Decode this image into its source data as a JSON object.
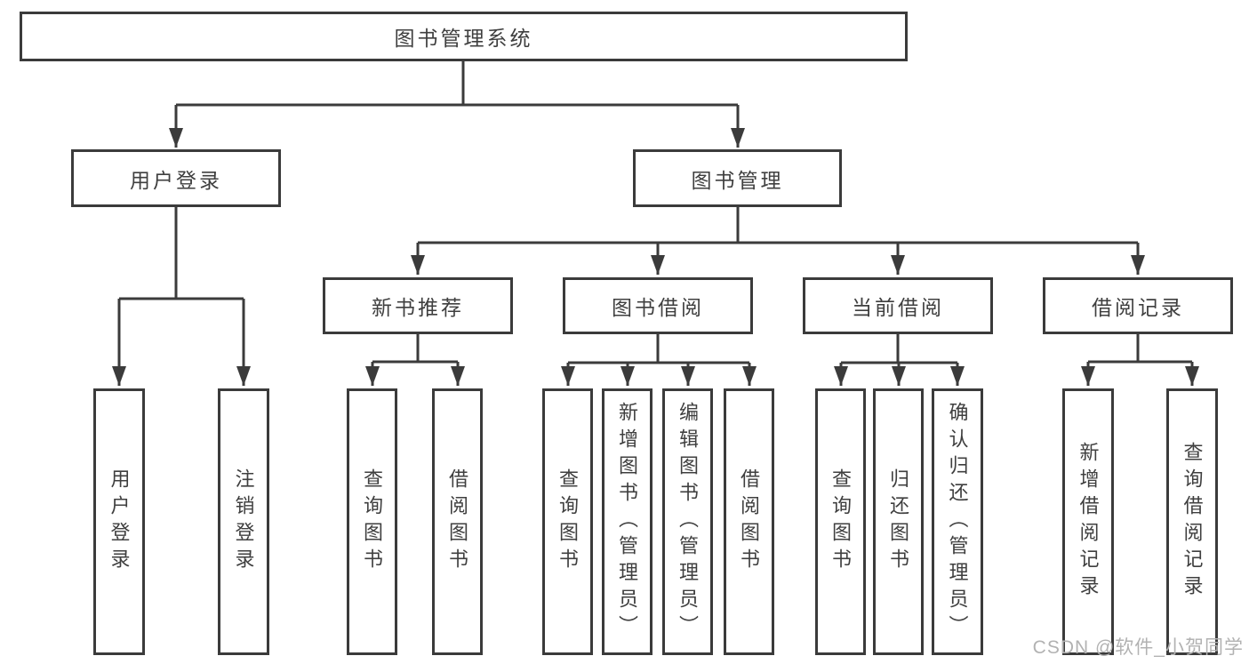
{
  "page": {
    "background": "#ffffff",
    "watermark": "CSDN @软件_小贺同学"
  },
  "colors": {
    "line": "#3b3b3b",
    "text": "#3f3f3f",
    "watermark": "#b2b2b2"
  },
  "diagram_type": "hierarchy-tree",
  "tree": {
    "root": {
      "label": "图书管理系统",
      "children": [
        {
          "label": "用户登录",
          "children": [
            {
              "label": "用户登录"
            },
            {
              "label": "注销登录"
            }
          ]
        },
        {
          "label": "图书管理",
          "children": [
            {
              "label": "新书推荐",
              "children": [
                {
                  "label": "查询图书"
                },
                {
                  "label": "借阅图书"
                }
              ]
            },
            {
              "label": "图书借阅",
              "children": [
                {
                  "label": "查询图书"
                },
                {
                  "label": "新增图书（管理员）"
                },
                {
                  "label": "编辑图书（管理员）"
                },
                {
                  "label": "借阅图书"
                }
              ]
            },
            {
              "label": "当前借阅",
              "children": [
                {
                  "label": "查询图书"
                },
                {
                  "label": "归还图书"
                },
                {
                  "label": "确认归还（管理员）"
                }
              ]
            },
            {
              "label": "借阅记录",
              "children": [
                {
                  "label": "新增借阅记录"
                },
                {
                  "label": "查询借阅记录"
                }
              ]
            }
          ]
        }
      ]
    }
  }
}
